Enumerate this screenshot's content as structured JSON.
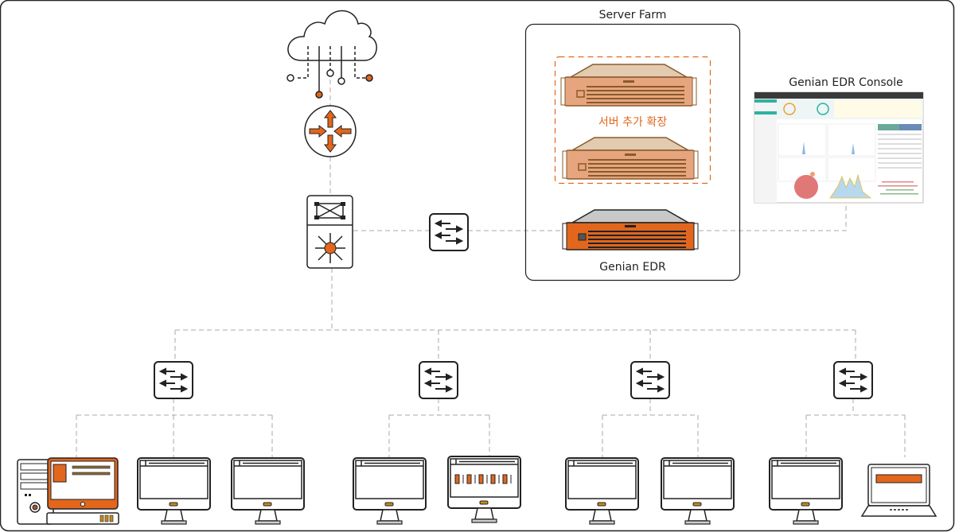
{
  "diagram": {
    "server_farm": {
      "title": "Server Farm",
      "expansion_label": "서버 추가 확장",
      "edr_label": "Genian EDR"
    },
    "console": {
      "title": "Genian EDR Console"
    },
    "colors": {
      "accent": "#e2661c",
      "server_light": "#e6a57e",
      "server_top": "#e2cbb0",
      "line": "#222222",
      "connector": "#aaaaaa"
    },
    "icons": [
      "cloud-icon",
      "router-icon",
      "core-switch-icon",
      "switch-icon",
      "server-icon",
      "monitor-icon",
      "desktop-pc-icon",
      "laptop-icon"
    ]
  }
}
